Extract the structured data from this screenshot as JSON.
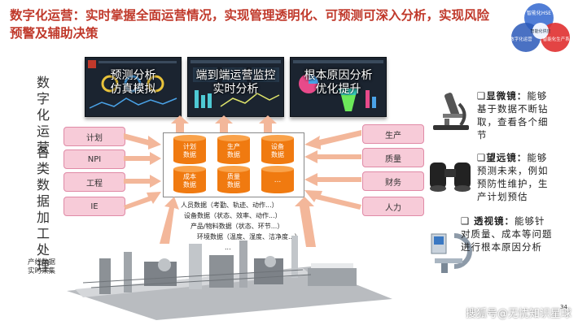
{
  "title": "数字化运营：实时掌握全面运营情况，实现管理透明化、可预测可深入分析，实现风险预警及辅助决策",
  "left_labels": {
    "digital_ops": "数字化运营",
    "data_processing": "各类数据加工处理",
    "realtime": "产线数据实时采集"
  },
  "screens": [
    {
      "line1": "预测分析",
      "line2": "仿真模拟"
    },
    {
      "line1": "端到端运营监控",
      "line2": "实时分析"
    },
    {
      "line1": "根本原因分析",
      "line2": "优化提升"
    }
  ],
  "left_pills": [
    "计划",
    "NPI",
    "工程",
    "IE"
  ],
  "right_pills": [
    "生产",
    "质量",
    "财务",
    "人力"
  ],
  "cylinders": [
    {
      "l1": "计划",
      "l2": "数据"
    },
    {
      "l1": "生产",
      "l2": "数据"
    },
    {
      "l1": "设备",
      "l2": "数据"
    },
    {
      "l1": "成本",
      "l2": "数据"
    },
    {
      "l1": "质量",
      "l2": "数据"
    },
    {
      "l1": "...",
      "l2": ""
    }
  ],
  "data_list": [
    "人员数据（考勤、轨迹、动作...）",
    "设备数据（状态、效率、动作...）",
    "产品/物料数据（状态、环节...）",
    "环境数据（温度、湿度、洁净度...）",
    "..."
  ],
  "tools": [
    {
      "name": "显微镜：",
      "desc": "能够基于数据不断钻取，查看各个细节"
    },
    {
      "name": "望远镜：",
      "desc": "能够预测未来，例如预防性维护，生产计划预估"
    },
    {
      "name": "透视镜：",
      "desc": "能够针对质量、成本等问题进行根本原因分析"
    }
  ],
  "venn": [
    "智能化HSE",
    "数字化运营",
    "智能化生产系统",
    "智能化供应"
  ],
  "page_number": "34",
  "watermark": "搜狐号@无忧知识星球",
  "colors": {
    "title": "#c0392b",
    "pill": "#f7cbd8",
    "arrow": "#f3b79a",
    "cylinder": "#f07a10"
  }
}
